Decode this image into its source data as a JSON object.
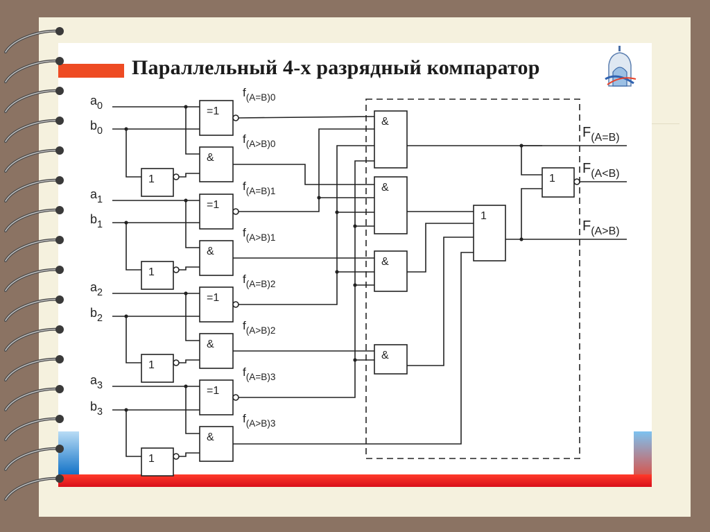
{
  "slide": {
    "title": "Параллельный 4-х разрядный компаратор"
  },
  "diagram": {
    "inputs": [
      "a",
      "b"
    ],
    "bits": [
      "0",
      "1",
      "2",
      "3"
    ],
    "gate_labels": {
      "xnor": "=1",
      "and": "&",
      "not": "1",
      "or": "1"
    },
    "signal_prefix": "f",
    "signals": {
      "eq": "(A=B)",
      "gt": "(A>B)"
    },
    "outputs": {
      "prefix": "F",
      "eq": "(A=B)",
      "lt": "(A<B)",
      "gt": "(A>B)"
    }
  }
}
